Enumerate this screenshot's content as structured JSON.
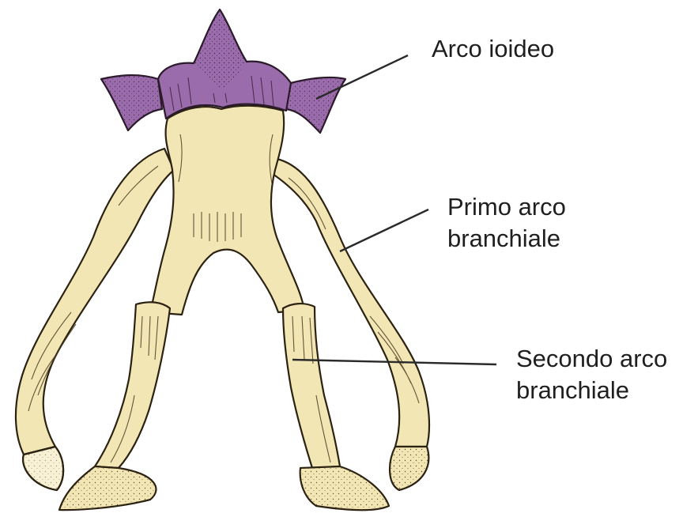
{
  "labels": {
    "hyoid_arch": "Arco ioideo",
    "first_arch_line1": "Primo arco",
    "first_arch_line2": "branchiale",
    "second_arch_line1": "Secondo arco",
    "second_arch_line2": "branchiale"
  },
  "colors": {
    "bone": "#f3e6b5",
    "cartilage_purple": "#9a6cab",
    "outline": "#2b2212",
    "text": "#1f1f1f"
  }
}
